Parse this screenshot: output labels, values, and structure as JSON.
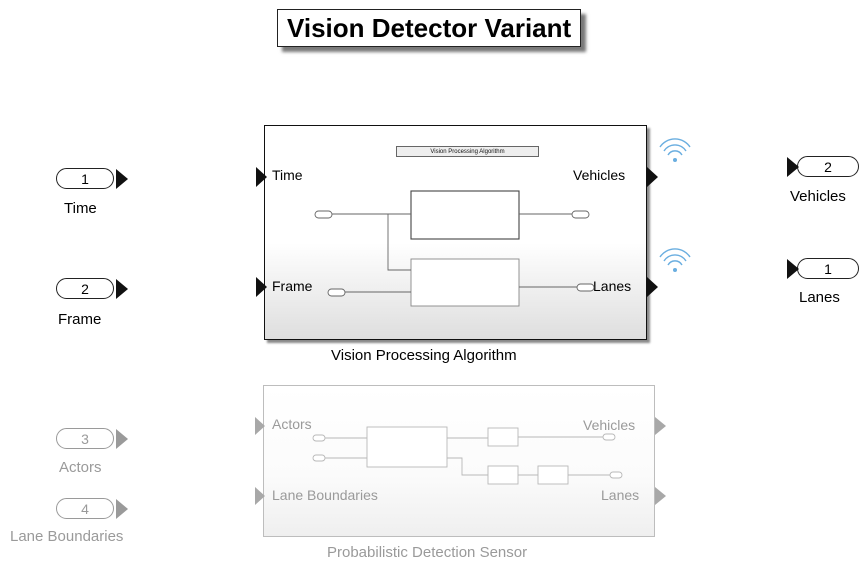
{
  "title": "Vision Detector Variant",
  "inports": [
    {
      "number": "1",
      "label": "Time"
    },
    {
      "number": "2",
      "label": "Frame"
    },
    {
      "number": "3",
      "label": "Actors"
    },
    {
      "number": "4",
      "label": "Lane Boundaries"
    }
  ],
  "outports": [
    {
      "number": "2",
      "label": "Vehicles"
    },
    {
      "number": "1",
      "label": "Lanes"
    }
  ],
  "vision_block": {
    "name": "Vision Processing Algorithm",
    "preview_title": "Vision Processing Algorithm",
    "inputs": [
      "Time",
      "Frame"
    ],
    "outputs": [
      "Vehicles",
      "Lanes"
    ]
  },
  "sensor_block": {
    "name": "Probabilistic Detection Sensor",
    "inputs": [
      "Actors",
      "Lane Boundaries"
    ],
    "outputs": [
      "Vehicles",
      "Lanes"
    ]
  },
  "colors": {
    "active": "#111111",
    "inactive": "#9a9a9a",
    "signal_icon": "#5aa0d8"
  }
}
